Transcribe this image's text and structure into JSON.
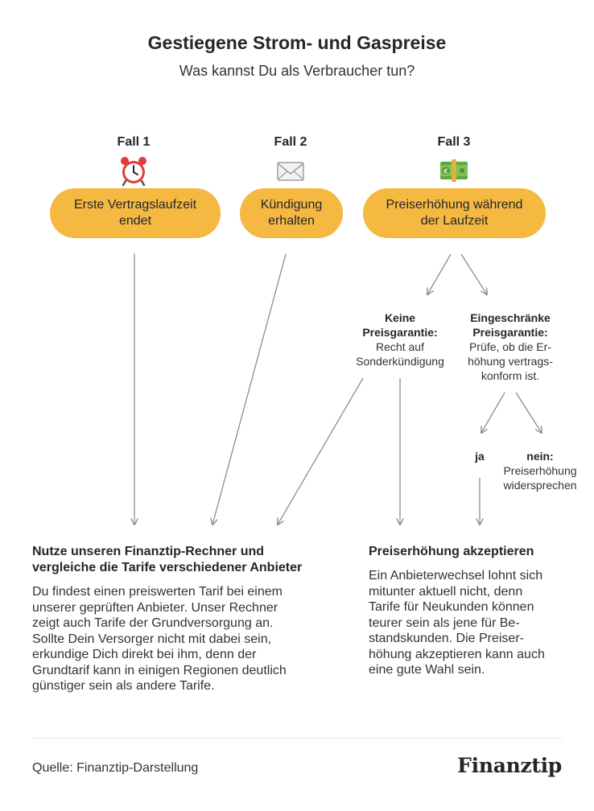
{
  "header": {
    "title": "Gestiegene Strom- und Gaspreise",
    "subtitle": "Was kannst Du als Verbraucher tun?"
  },
  "cases": [
    {
      "label": "Fall 1",
      "icon": "alarm-clock-icon",
      "pill": [
        "Erste Vertragslaufzeit",
        "endet"
      ]
    },
    {
      "label": "Fall 2",
      "icon": "envelope-icon",
      "pill": [
        "Kündigung",
        "erhalten"
      ]
    },
    {
      "label": "Fall 3",
      "icon": "euro-banknote-icon",
      "pill": [
        "Preiserhöhung während",
        "der Laufzeit"
      ]
    }
  ],
  "branches": {
    "keine": {
      "bold": [
        "Keine",
        "Preisgarantie:"
      ],
      "text": [
        "Recht auf",
        "Sonderkündigung"
      ]
    },
    "eingeschraenkt": {
      "bold": [
        "Eingeschränke",
        "Preisgarantie:"
      ],
      "text": [
        "Prüfe, ob die Er-",
        "höhung vertrags-",
        "konform ist."
      ]
    },
    "ja": {
      "bold": "ja"
    },
    "nein": {
      "bold": "nein:",
      "text": [
        "Preiserhöhung",
        "widersprechen"
      ]
    }
  },
  "results": {
    "left": {
      "title": [
        "Nutze unseren Finanztip-Rechner und",
        "vergleiche die Tarife verschiedener Anbieter"
      ],
      "text": [
        "Du findest einen preiswerten Tarif bei einem",
        "unserer geprüften Anbieter. Unser Rechner",
        "zeigt auch Tarife der Grundversorgung an.",
        "Sollte Dein Versorger nicht mit dabei sein,",
        "erkundige Dich direkt bei ihm, denn der",
        "Grundtarif kann in einigen Regionen deutlich",
        "günstiger sein als andere Tarife."
      ]
    },
    "right": {
      "title": [
        "Preiserhöhung akzeptieren"
      ],
      "text": [
        "Ein Anbieterwechsel lohnt sich",
        "mitunter aktuell nicht, denn",
        "Tarife für Neukunden können",
        "teurer sein als jene für Be-",
        "standskunden. Die Preiser-",
        "höhung akzeptieren kann auch",
        "eine gute Wahl sein."
      ]
    }
  },
  "footer": {
    "source": "Quelle: Finanztip-Darstellung",
    "logo": "Finanztip"
  },
  "colors": {
    "pill": "#f5b841",
    "arrow": "#8a8d91",
    "text": "#23262b"
  }
}
